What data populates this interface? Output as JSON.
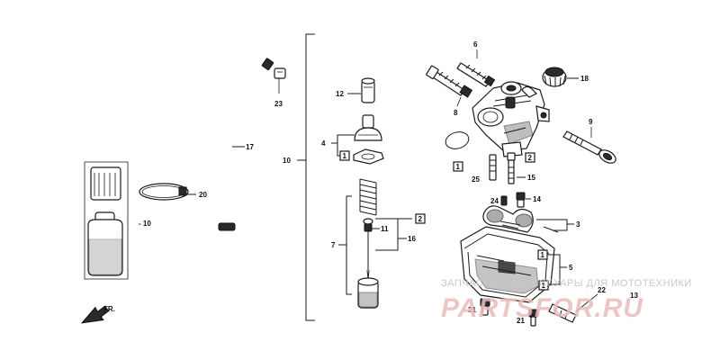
{
  "diagram": {
    "callouts": {
      "c1": "1",
      "c2": "2",
      "c3": "3",
      "c4": "4",
      "c5": "5",
      "c6": "6",
      "c7": "7",
      "c8": "8",
      "c9": "9",
      "c10": "10",
      "c10b": "- 10",
      "c11": "11",
      "c12": "12",
      "c13": "13",
      "c14": "14",
      "c15": "15",
      "c16": "16",
      "c17": "17",
      "c18": "18",
      "c20": "20",
      "c21a": "21",
      "c21b": "21",
      "c22": "22",
      "c23": "23",
      "c24": "24",
      "c25": "25"
    },
    "boxed": {
      "b1a": "1",
      "b1b": "1",
      "b1c": "1",
      "b1d": "1",
      "b2a": "2",
      "b2b": "2"
    },
    "direction_label": "FR.",
    "watermark": {
      "tagline": "ЗАПЧАСТИ И АКСЕССУАРЫ ДЛЯ МОТОТЕХНИКИ",
      "logo": "PARTSFOR.RU"
    }
  }
}
